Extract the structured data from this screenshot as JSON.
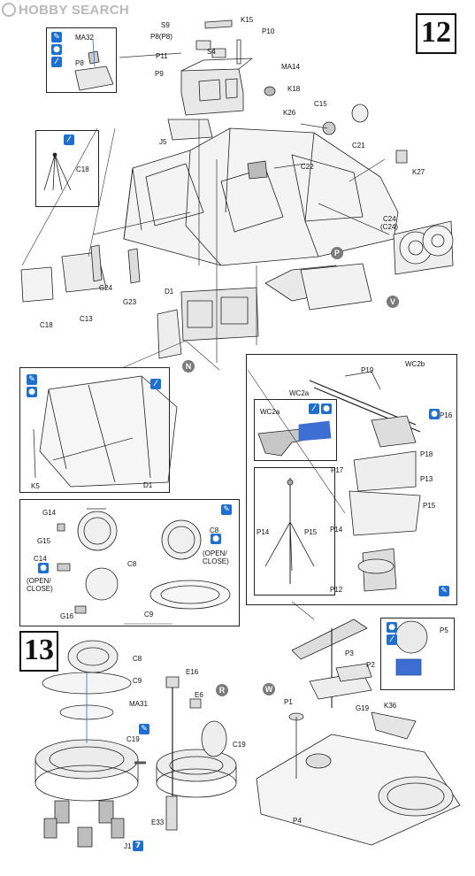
{
  "watermark": {
    "brand": "HOBBY SEARCH"
  },
  "steps": {
    "step12": "12",
    "step13": "13"
  },
  "pins": {
    "P": "P",
    "V": "V",
    "N": "N",
    "R": "R",
    "W": "W"
  },
  "badge_glyphs": {
    "brush": "✎",
    "drop": "●",
    "glue": "⁄"
  },
  "labels": {
    "ma32": "MA32",
    "p8_inset": "P8",
    "k15": "K15",
    "s9": "S9",
    "p10": "P10",
    "p8p8": "P8(P8)",
    "s4": "S4",
    "p11": "P11",
    "ma14": "MA14",
    "p9": "P9",
    "k18": "K18",
    "k26": "K26",
    "c15": "C15",
    "j5": "J5",
    "c21": "C21",
    "c18_a": "C18",
    "c22": "C22",
    "k27": "K27",
    "c24": "C24",
    "c24b": "(C24)",
    "g24": "G24",
    "g23": "G23",
    "d1_a": "D1",
    "c18_b": "C18",
    "c13": "C13",
    "k5": "K5",
    "d1_b": "D1",
    "wc2b": "WC2b",
    "p19": "P19",
    "wc2a_top": "WC2a",
    "wc2a_box": "WC2a",
    "p16": "P16",
    "p18": "P18",
    "p17": "P17",
    "p13": "P13",
    "p14_a": "P14",
    "p15_a": "P15",
    "p15_b": "P15",
    "p14_b": "P14",
    "p12": "P12",
    "g14": "G14",
    "g15": "G15",
    "c8_a": "C8",
    "c8_b": "C8",
    "c14": "C14",
    "open_close_a": "(OPEN/",
    "open_close_a2": "CLOSE)",
    "open_close_b": "(OPEN/",
    "open_close_b2": "CLOSE)",
    "g16": "G16",
    "c9_a": "C9",
    "c8_c": "C8",
    "c9_b": "C9",
    "ma31": "MA31",
    "c19_a": "C19",
    "j1": "J1",
    "e16": "E16",
    "e6": "E6",
    "c19_b": "C19",
    "e33": "E33",
    "p5": "P5",
    "p3": "P3",
    "p2": "P2",
    "p1": "P1",
    "g19": "G19",
    "k36": "K36",
    "p4": "P4"
  },
  "footnote": {
    "j1_count": "7"
  }
}
